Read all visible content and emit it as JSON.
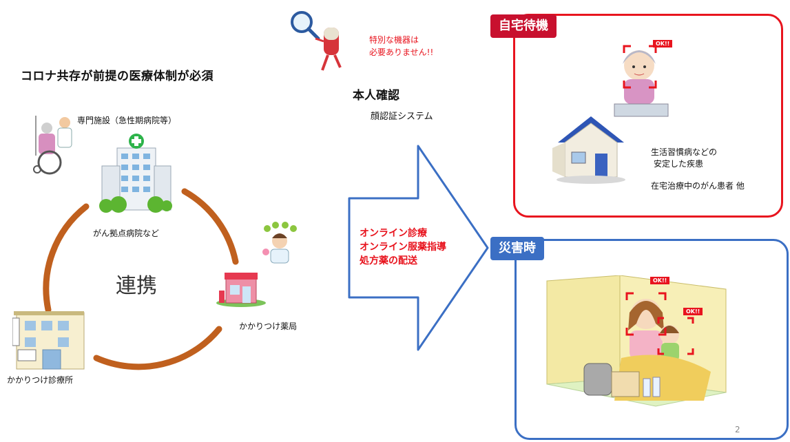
{
  "main_title": "コロナ共存が前提の医療体制が必須",
  "labels": {
    "specialized": "専門施設（急性期病院等）",
    "cancer_hospital": "がん拠点病院など",
    "pharmacy": "かかりつけ薬局",
    "clinic": "かかりつけ診療所",
    "center": "連携"
  },
  "special_equipment": [
    "特別な機器は",
    "必要ありません!!"
  ],
  "identity": {
    "title": "本人確認",
    "subtitle": "顔認証システム"
  },
  "arrow_items": [
    "オンライン診療",
    "オンライン服薬指導",
    "処方薬の配送"
  ],
  "home": {
    "tag": "自宅待機",
    "lines": [
      "生活習慣病などの",
      "安定した疾患",
      "在宅治療中のがん患者 他"
    ],
    "ok_badge": "OK!!"
  },
  "disaster": {
    "tag": "災害時",
    "ok_badge": "OK!!"
  },
  "page_number": "2",
  "colors": {
    "circle": "#c0601e",
    "red": "#e8141e",
    "blue": "#3b6fc4",
    "tag_red": "#c8102e"
  }
}
